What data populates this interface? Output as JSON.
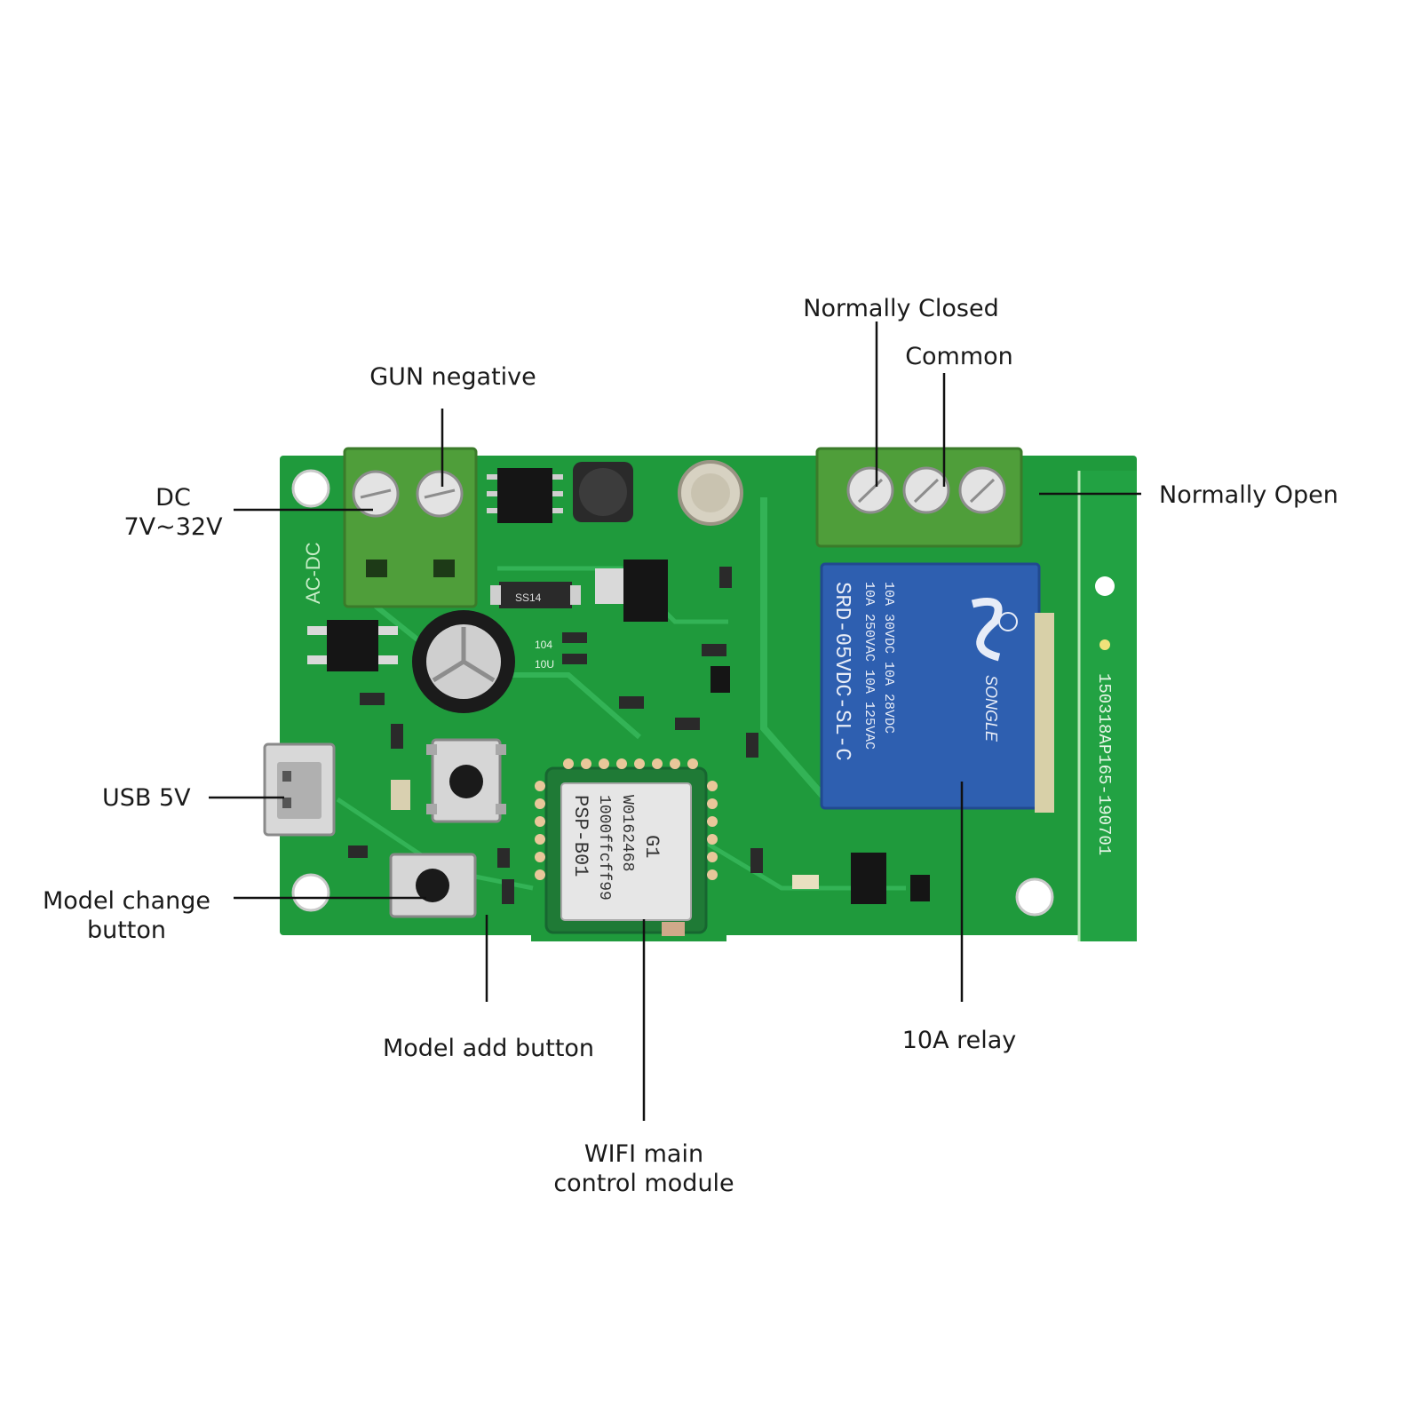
{
  "callouts": {
    "gun_negative": "GUN negative",
    "dc_line1": "DC",
    "dc_line2": "7V~32V",
    "normally_closed": "Normally Closed",
    "common": "Common",
    "normally_open": "Normally Open",
    "usb_5v": "USB 5V",
    "model_change_line1": "Model change",
    "model_change_line2": "button",
    "model_add": "Model add button",
    "wifi_line1": "WIFI main",
    "wifi_line2": "control module",
    "relay_10a": "10A relay"
  },
  "board_text": {
    "relay_line1": "10A 250VAC  10A 125VAC",
    "relay_line2": "10A 30VDC  10A 28VDC",
    "relay_model": "SRD-05VDC-SL-C",
    "relay_brand": "SONGLE",
    "wifi_line1": "PSP-B01",
    "wifi_line2": "1000ffcff99",
    "wifi_line3": "W0162468",
    "wifi_line4": "G1",
    "board_serial": "150318AP165-190701",
    "ac_dc_marking": "AC-DC",
    "diode_marking": "SS14",
    "res_104": "104",
    "res_10u": "10U"
  },
  "colors": {
    "pcb": "#1f9a3c",
    "pcb_dark": "#168030",
    "terminal": "#4f9e3a",
    "relay": "#2e5fb0"
  }
}
